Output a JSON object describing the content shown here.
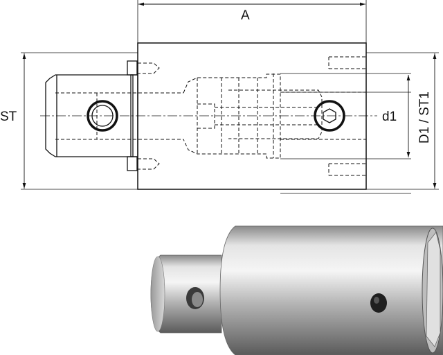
{
  "drawing": {
    "dimensions": {
      "length": "A",
      "shank_size": "ST",
      "bore": "d1",
      "outer_diameter": "D1 / ST1"
    }
  },
  "colors": {
    "line": "#111111",
    "metal_light": "#e8e8e8",
    "metal_dark": "#7a7a7a"
  }
}
